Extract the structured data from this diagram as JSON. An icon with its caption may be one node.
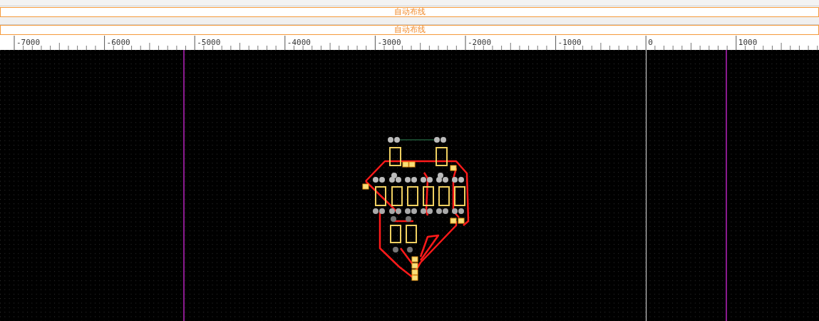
{
  "diagram": {
    "labels": [
      "自动布线",
      "自动布线",
      "-7000",
      "-6000",
      "-5000",
      "-4000",
      "-3000",
      "-2000",
      "-1000",
      "0",
      "1000"
    ]
  }
}
